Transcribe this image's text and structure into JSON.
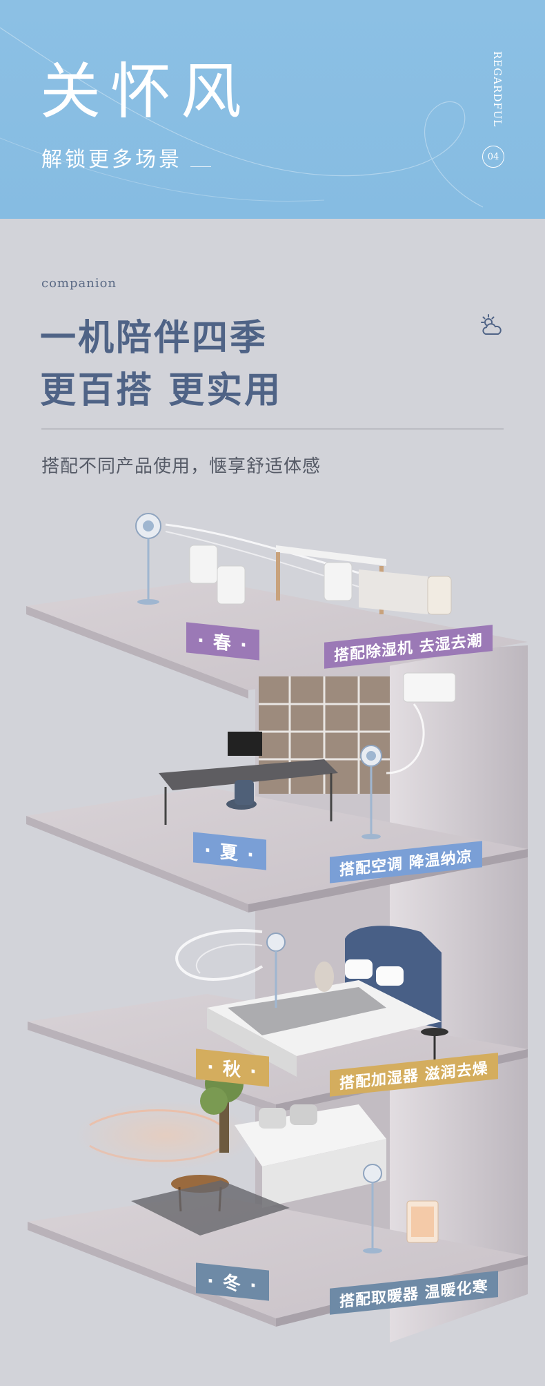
{
  "hero": {
    "title": "关怀风",
    "subtitle": "解锁更多场景",
    "vertical_text": "REGARDFUL",
    "page_number": "04"
  },
  "intro": {
    "eyebrow": "companion",
    "headline_line1": "一机陪伴四季",
    "headline_line2": "更百搭 更实用",
    "tagline": "搭配不同产品使用，惬享舒适体感"
  },
  "seasons": [
    {
      "season": "· 春 ·",
      "combo": "搭配除湿机 去湿去潮",
      "color": "#9b79b6"
    },
    {
      "season": "· 夏 ·",
      "combo": "搭配空调 降温纳凉",
      "color": "#7a9fd6"
    },
    {
      "season": "· 秋 ·",
      "combo": "搭配加湿器 滋润去燥",
      "color": "#d4ad5e"
    },
    {
      "season": "· 冬 ·",
      "combo": "搭配取暖器 温暖化寒",
      "color": "#6e8aa6"
    }
  ],
  "icons": {
    "weather": "sun-cloud-icon"
  }
}
